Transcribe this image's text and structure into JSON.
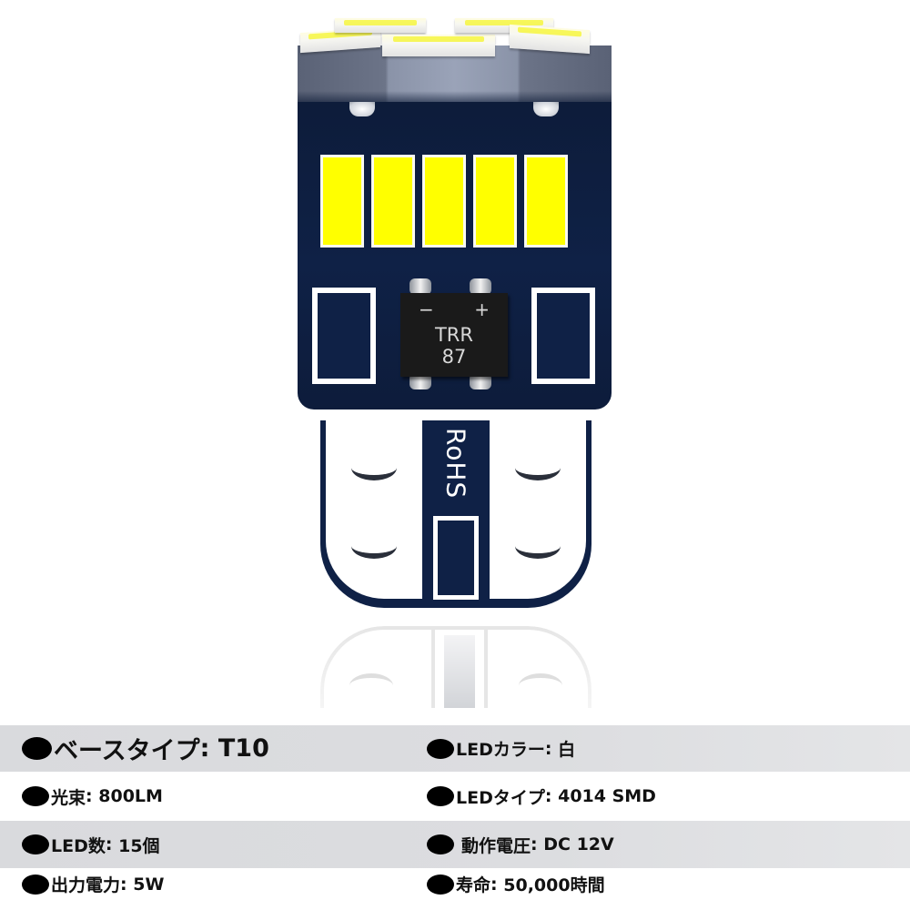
{
  "product": {
    "name": "T10 LED bulb",
    "chip": {
      "polarity_minus": "−",
      "polarity_plus": "+",
      "model": "TRR",
      "code": "87"
    },
    "board_mark": "RoHS",
    "colors": {
      "pcb": "#0f2146",
      "led": "#ffff00",
      "collar": "#8a93a8"
    }
  },
  "specs": {
    "rows": [
      {
        "left": {
          "label": "ベースタイプ",
          "sep": ":",
          "value": "T10"
        },
        "right": {
          "label": "LEDカラー",
          "sep": ":",
          "value": "白"
        }
      },
      {
        "left": {
          "label": "光束",
          "sep": ":",
          "value": "800LM"
        },
        "right": {
          "label": "LEDタイプ",
          "sep": ":",
          "value": "4014 SMD"
        }
      },
      {
        "left": {
          "label": "LED数",
          "sep": ":",
          "value": "15個"
        },
        "right": {
          "label": "動作電圧",
          "sep": ":",
          "value": "DC 12V"
        }
      },
      {
        "left": {
          "label": "出力電力",
          "sep": ":",
          "value": "5W"
        },
        "right": {
          "label": "寿命",
          "sep": ":",
          "value": "50,000時間"
        }
      }
    ]
  }
}
